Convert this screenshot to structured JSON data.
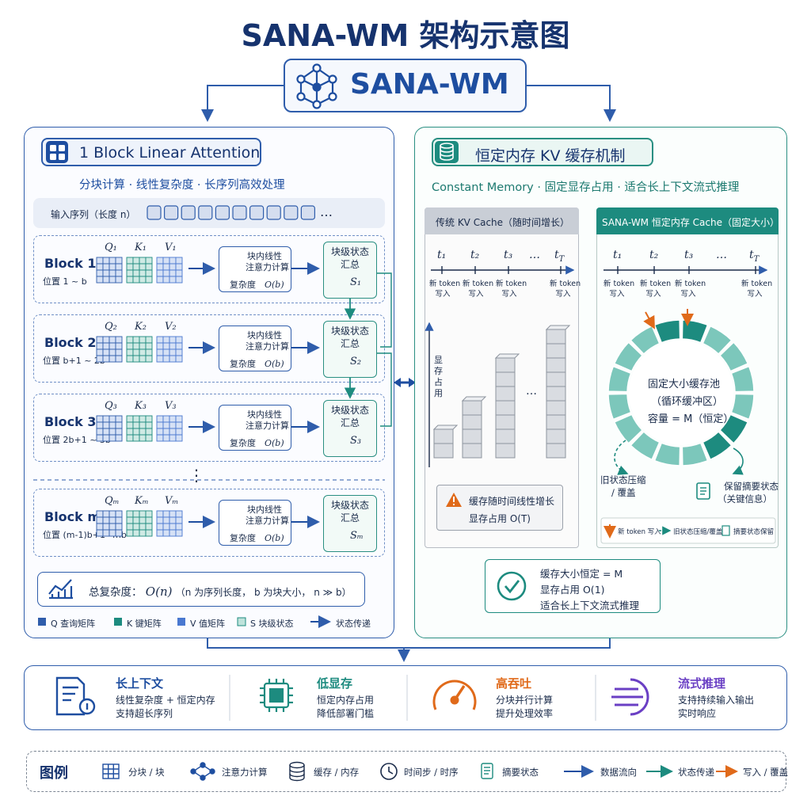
{
  "title": "SANA-WM 架构示意图",
  "brand": "SANA-WM",
  "left": {
    "header": "1 Block Linear Attention",
    "subtitle": "分块计算 · 线性复杂度 · 长序列高效处理",
    "input_label": "输入序列（长度 n）",
    "input_ellipsis": "…",
    "blocks": [
      {
        "name": "Block 1",
        "pos": "位置 1 ~ b",
        "q": "Q₁",
        "k": "K₁",
        "v": "V₁",
        "state": "S₁"
      },
      {
        "name": "Block 2",
        "pos": "位置 b+1 ~ 2b",
        "q": "Q₂",
        "k": "K₂",
        "v": "V₂",
        "state": "S₂"
      },
      {
        "name": "Block 3",
        "pos": "位置 2b+1 ~ 3b",
        "q": "Q₃",
        "k": "K₃",
        "v": "V₃",
        "state": "S₃"
      },
      {
        "name": "Block m",
        "pos": "位置 (m-1)b+1~mb",
        "q": "Qₘ",
        "k": "Kₘ",
        "v": "Vₘ",
        "state": "Sₘ"
      }
    ],
    "la_line1": "块内线性",
    "la_line2": "注意力计算",
    "complexity_label": "复杂度",
    "complexity_value": "O(b)",
    "state_line1": "块级状态",
    "state_line2": "汇总",
    "vdots": "⋮",
    "total_label": "总复杂度：",
    "total_value": "O(n)",
    "total_note": "（n 为序列长度， b 为块大小， n ≫ b）",
    "legend": [
      "Q 查询矩阵",
      "K 键矩阵",
      "V 值矩阵",
      "S 块级状态",
      "状态传递"
    ]
  },
  "right": {
    "header": "恒定内存 KV 缓存机制",
    "subtitle": "Constant Memory · 固定显存占用 · 适合长上下文流式推理",
    "trad_header": "传统 KV Cache（随时间增长）",
    "sana_header": "SANA-WM 恒定内存 Cache（固定大小）",
    "ticks_trad": [
      "t₁",
      "t₂",
      "t₃",
      "…",
      "t_T"
    ],
    "ticks_sana": [
      "t₁",
      "t₂",
      "t₃",
      "…",
      "t_T"
    ],
    "token_line1": "新 token",
    "token_line2": "写入",
    "mem_axis": "显存占用",
    "bars_ellipsis": "…",
    "warn_line1": "缓存随时间线性增长",
    "warn_line2": "显存占用  O(T)",
    "ring_line1": "固定大小缓存池",
    "ring_line2": "（循环缓冲区）",
    "ring_line3": "容量 = M（恒定）",
    "old_line1": "旧状态压缩",
    "old_line2": "/ 覆盖",
    "keep_line1": "保留摘要状态",
    "keep_line2": "（关键信息）",
    "mini_legend": [
      "新 token 写入",
      "旧状态压缩/覆盖",
      "摘要状态保留"
    ],
    "const_line1": "缓存大小恒定 = M",
    "const_line2": "显存占用  O(1)",
    "const_line3": "适合长上下文流式推理"
  },
  "benefits": [
    {
      "title": "长上下文",
      "line1": "线性复杂度 + 恒定内存",
      "line2": "支持超长序列",
      "color": "#1e4ea0"
    },
    {
      "title": "低显存",
      "line1": "恒定内存占用",
      "line2": "降低部署门槛",
      "color": "#1d8b7f"
    },
    {
      "title": "高吞吐",
      "line1": "分块并行计算",
      "line2": "提升处理效率",
      "color": "#e06a1a"
    },
    {
      "title": "流式推理",
      "line1": "支持持续输入输出",
      "line2": "实时响应",
      "color": "#6a3fc4"
    }
  ],
  "legend": {
    "title": "图例",
    "items": [
      "分块 / 块",
      "注意力计算",
      "缓存 / 内存",
      "时间步 / 时序",
      "摘要状态",
      "数据流向",
      "状态传递",
      "写入 / 覆盖"
    ]
  },
  "colors": {
    "blue": "#2f5dab",
    "teal": "#1d8b7f",
    "orange": "#e06a1a",
    "purple": "#6a3fc4"
  }
}
